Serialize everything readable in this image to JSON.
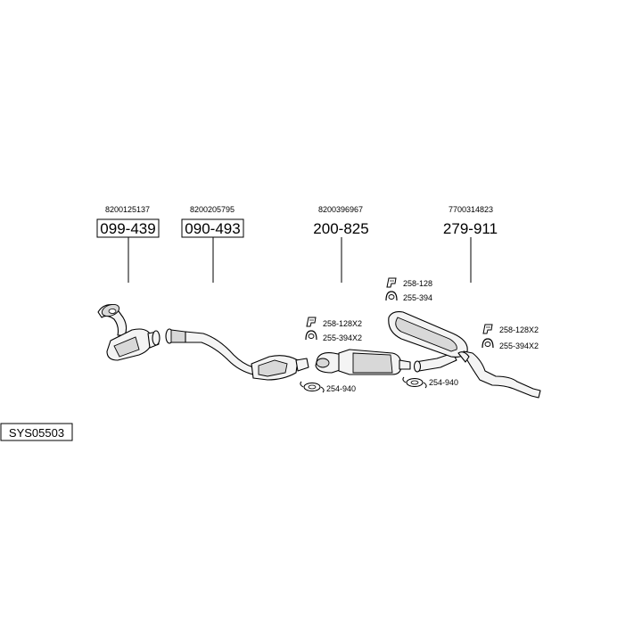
{
  "system_code": "SYS05503",
  "parts": [
    {
      "oe": "8200125137",
      "part_no": "099-439"
    },
    {
      "oe": "8200205795",
      "part_no": "090-493"
    },
    {
      "oe": "8200396967",
      "part_no": "200-825"
    },
    {
      "oe": "7700314823",
      "part_no": "279-911"
    }
  ],
  "hardware": {
    "front_muffler_mount": "258-128X2",
    "front_muffler_hanger": "255-394X2",
    "clamp_1": "254-940",
    "rear_mount_top": "258-128",
    "rear_hanger_top": "255-394",
    "clamp_2": "254-940",
    "tail_mount": "258-128X2",
    "tail_hanger": "255-394X2"
  },
  "icons": [
    "rubber-mount-icon",
    "hanger-ring-icon",
    "clamp-icon"
  ]
}
